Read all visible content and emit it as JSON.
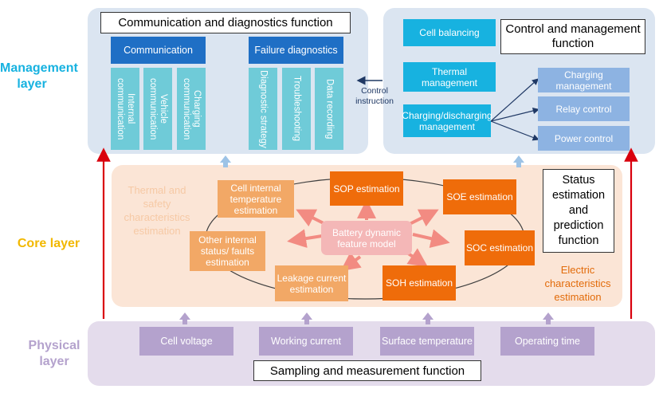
{
  "layers": {
    "management": "Management layer",
    "core": "Core layer",
    "physical": "Physical layer"
  },
  "management": {
    "comm_title": "Communication and diagnostics function",
    "communication": "Communication",
    "failure_diagnostics": "Failure diagnostics",
    "comm_items": [
      "Internal communication",
      "Vehicle communication",
      "Charging communication"
    ],
    "diag_items": [
      "Diagnostic strategy",
      "Troubleshooting",
      "Data recording"
    ],
    "control_instruction": "Control instruction",
    "control_title": "Control and management function",
    "cell_balancing": "Cell balancing",
    "thermal_management": "Thermal management",
    "charging_discharging_management": "Charging/discharging management",
    "charging_management": "Charging management",
    "relay_control": "Relay control",
    "power_control": "Power control"
  },
  "core": {
    "center": "Battery dynamic feature model",
    "sop": "SOP estimation",
    "soe": "SOE estimation",
    "soc": "SOC estimation",
    "soh": "SOH estimation",
    "leakage": "Leakage current estimation",
    "other_internal": "Other internal status/ faults estimation",
    "cell_internal_temp": "Cell internal temperature estimation",
    "thermal_safety": "Thermal and safety characteristics estimation",
    "electric_characteristics": "Electric characteristics estimation",
    "status_title": "Status estimation and prediction function"
  },
  "physical": {
    "items": [
      "Cell voltage",
      "Working current",
      "Surface temperature",
      "Operating time"
    ],
    "title": "Sampling and measurement function"
  },
  "colors": {
    "management_bg": "#dbe5f1",
    "core_bg": "#fbe5d6",
    "physical_bg": "#e4dcec",
    "dark_blue": "#1f6fc5",
    "cyan": "#17b2e0",
    "light_blue": "#8db3e2",
    "teal": "#6fcbd8",
    "dark_orange": "#ef6c0a",
    "light_orange": "#f2a866",
    "purple": "#b4a2cd",
    "red_arrow": "#d9000d"
  }
}
